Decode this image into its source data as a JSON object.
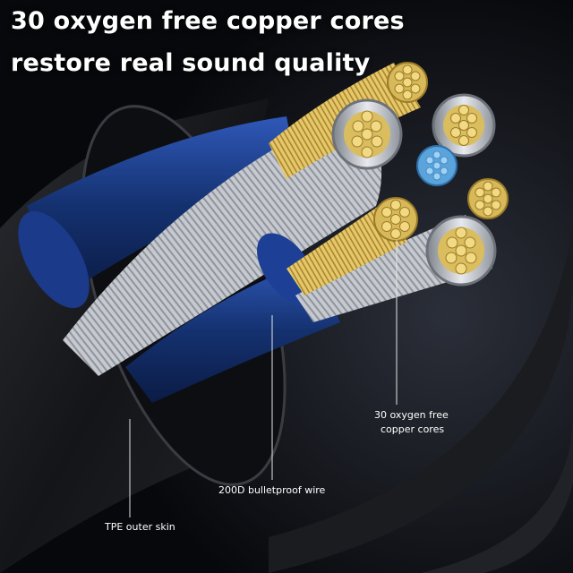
{
  "headline": {
    "line1": "30 oxygen free copper cores",
    "line2": "restore real sound quality"
  },
  "callouts": {
    "tpe_outer_skin": "TPE outer skin",
    "bulletproof_wire": "200D bulletproof wire",
    "copper_cores_line1": "30 oxygen free",
    "copper_cores_line2": "copper cores"
  },
  "colors": {
    "background": "#0b0c10",
    "outer_skin": "#1d1f24",
    "inner_sleeve": "#1c3a86",
    "silver_wire": "#c9ccd2",
    "copper_core": "#e5c96a",
    "blue_core": "#6fb6e8",
    "text": "#ffffff"
  }
}
